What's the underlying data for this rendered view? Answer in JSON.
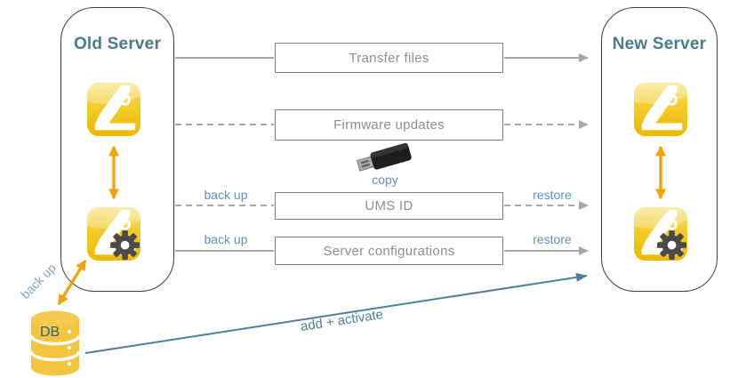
{
  "servers": {
    "old": {
      "title": "Old Server"
    },
    "new": {
      "title": "New Server"
    }
  },
  "rows": [
    {
      "label": "Transfer files",
      "line_style": "solid"
    },
    {
      "label": "Firmware updates",
      "line_style": "dashed"
    },
    {
      "label": "UMS ID",
      "line_style": "dashed",
      "left_label": "back up",
      "right_label": "restore"
    },
    {
      "label": "Server configurations",
      "line_style": "solid",
      "left_label": "back up",
      "right_label": "restore"
    }
  ],
  "usb": {
    "caption": "copy"
  },
  "database": {
    "label": "DB",
    "backup_label": "back up"
  },
  "migration": {
    "label": "add + activate"
  },
  "icons": [
    "ums-app-icon",
    "ums-config-app-icon",
    "usb-stick-icon",
    "database-icon",
    "gear-icon"
  ],
  "colors": {
    "title_teal": "#497b8f",
    "label_blue": "#5b92b5",
    "migration_teal": "#4d8095",
    "line_gray": "#a8a8a8",
    "box_border_gray": "#7f7f7f",
    "box_text_gray": "#8e8e8e",
    "arrow_orange": "#f1a40b",
    "icon_gold": "#efbc00",
    "gear_gray": "#4a4a4a",
    "db_gold": "#f3c43f",
    "usb_black": "#1e1e1e"
  }
}
